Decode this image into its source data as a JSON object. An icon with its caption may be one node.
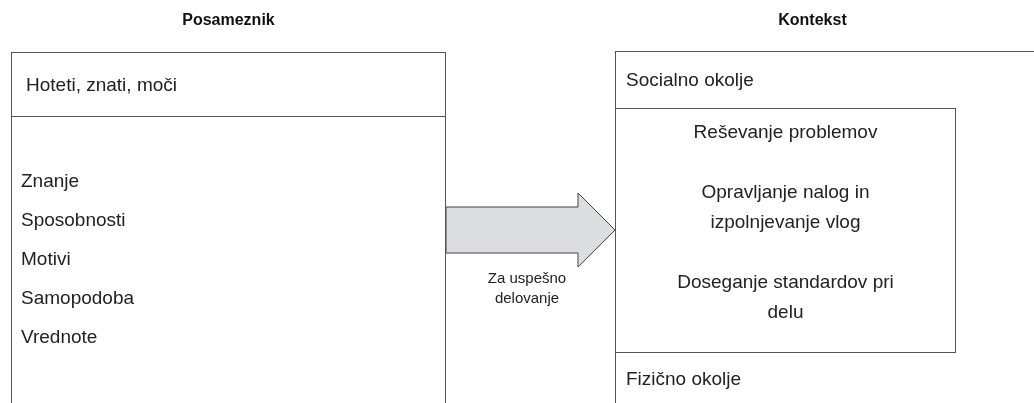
{
  "diagram": {
    "nodes": [
      {
        "text": [
          "Posameznik"
        ]
      },
      {
        "text": [
          "Hoteti, znati, moči"
        ],
        "in": 0
      },
      {
        "text": [
          "Znanje",
          "Sposobnosti",
          "Motivi",
          "Samopodoba",
          "Vrednote"
        ],
        "in": 0
      },
      {
        "text": [
          "Kontekst",
          "Socialno okolje",
          "Fizično okolje"
        ]
      },
      {
        "text": [
          "Reševanje problemov",
          "Opravljanje nalog in izpolnjevanje vlog",
          "Doseganje standardov pri delu"
        ],
        "in": 3
      }
    ],
    "edges": [
      {
        "from": 0,
        "to": 3,
        "arrow": "to",
        "label": "Za uspešno delovanje"
      }
    ]
  }
}
